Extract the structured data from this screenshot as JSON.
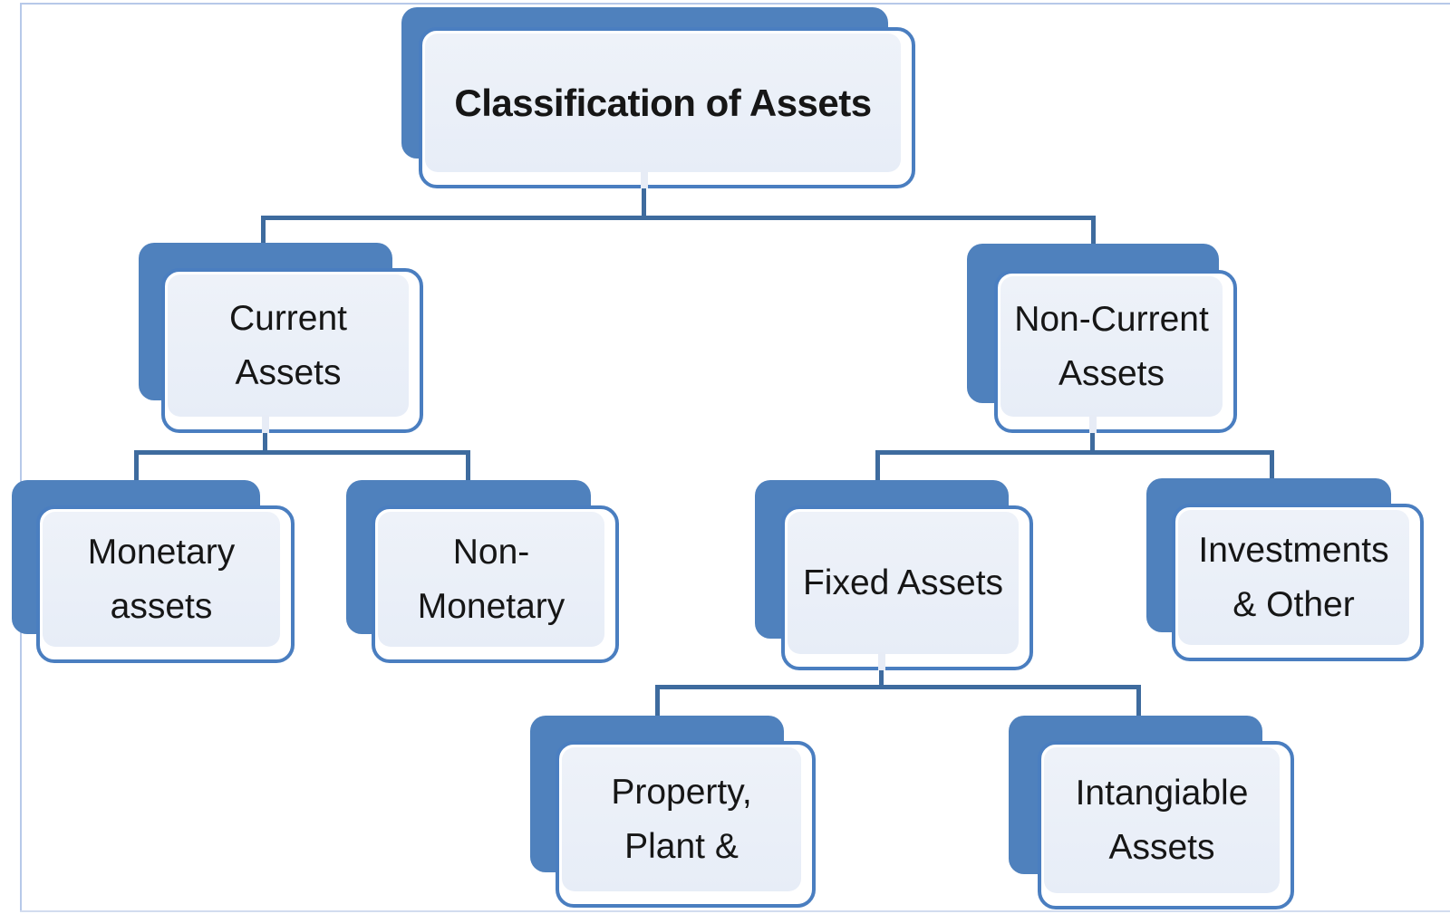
{
  "diagram": {
    "title": "Classification of Assets",
    "type": "hierarchy-org-chart",
    "nodes": {
      "root": {
        "lines": [
          "Classification of Assets"
        ]
      },
      "current": {
        "lines": [
          "Current",
          "Assets"
        ]
      },
      "noncurrent": {
        "lines": [
          "Non-Current",
          "Assets"
        ]
      },
      "monetary": {
        "lines": [
          "Monetary",
          "assets"
        ]
      },
      "nonmonetary": {
        "lines": [
          "Non-",
          "Monetary"
        ]
      },
      "fixed": {
        "lines": [
          "Fixed Assets"
        ]
      },
      "investments": {
        "lines": [
          "Investments",
          "& Other"
        ]
      },
      "ppe": {
        "lines": [
          "Property,",
          "Plant &"
        ]
      },
      "intangible": {
        "lines": [
          "Intangiable",
          "Assets"
        ]
      }
    },
    "edges": [
      [
        "Classification of Assets",
        "Current Assets"
      ],
      [
        "Classification of Assets",
        "Non-Current Assets"
      ],
      [
        "Current Assets",
        "Monetary assets"
      ],
      [
        "Current Assets",
        "Non-Monetary"
      ],
      [
        "Non-Current Assets",
        "Fixed Assets"
      ],
      [
        "Non-Current Assets",
        "Investments & Other"
      ],
      [
        "Fixed Assets",
        "Property, Plant &"
      ],
      [
        "Fixed Assets",
        "Intangiable Assets"
      ]
    ],
    "colors": {
      "shape_back": "#4f81bd",
      "shape_border": "#4a7ec0",
      "shape_fill": "#ebf0f8",
      "connector": "#3e6b9e",
      "inner_stub": "#e7ecf6",
      "page_border": "#b7c9e9",
      "text": "#161616"
    }
  }
}
